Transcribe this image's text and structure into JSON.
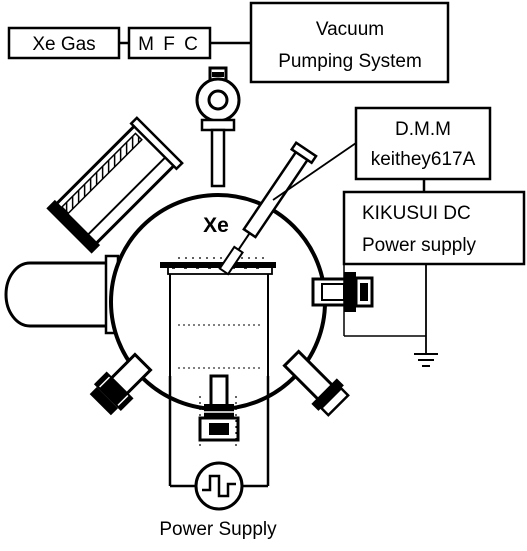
{
  "diagram": {
    "boxes": {
      "xe_gas": "Xe Gas",
      "mfc": "M F C",
      "vacuum_line1": "Vacuum",
      "vacuum_line2": "Pumping System",
      "dmm_line1": "D.M.M",
      "dmm_line2": "keithey617A",
      "dc_line1": "KIKUSUI DC",
      "dc_line2": "Power supply"
    },
    "chamber_gas_label": "Xe",
    "power_supply_caption": "Power Supply"
  }
}
